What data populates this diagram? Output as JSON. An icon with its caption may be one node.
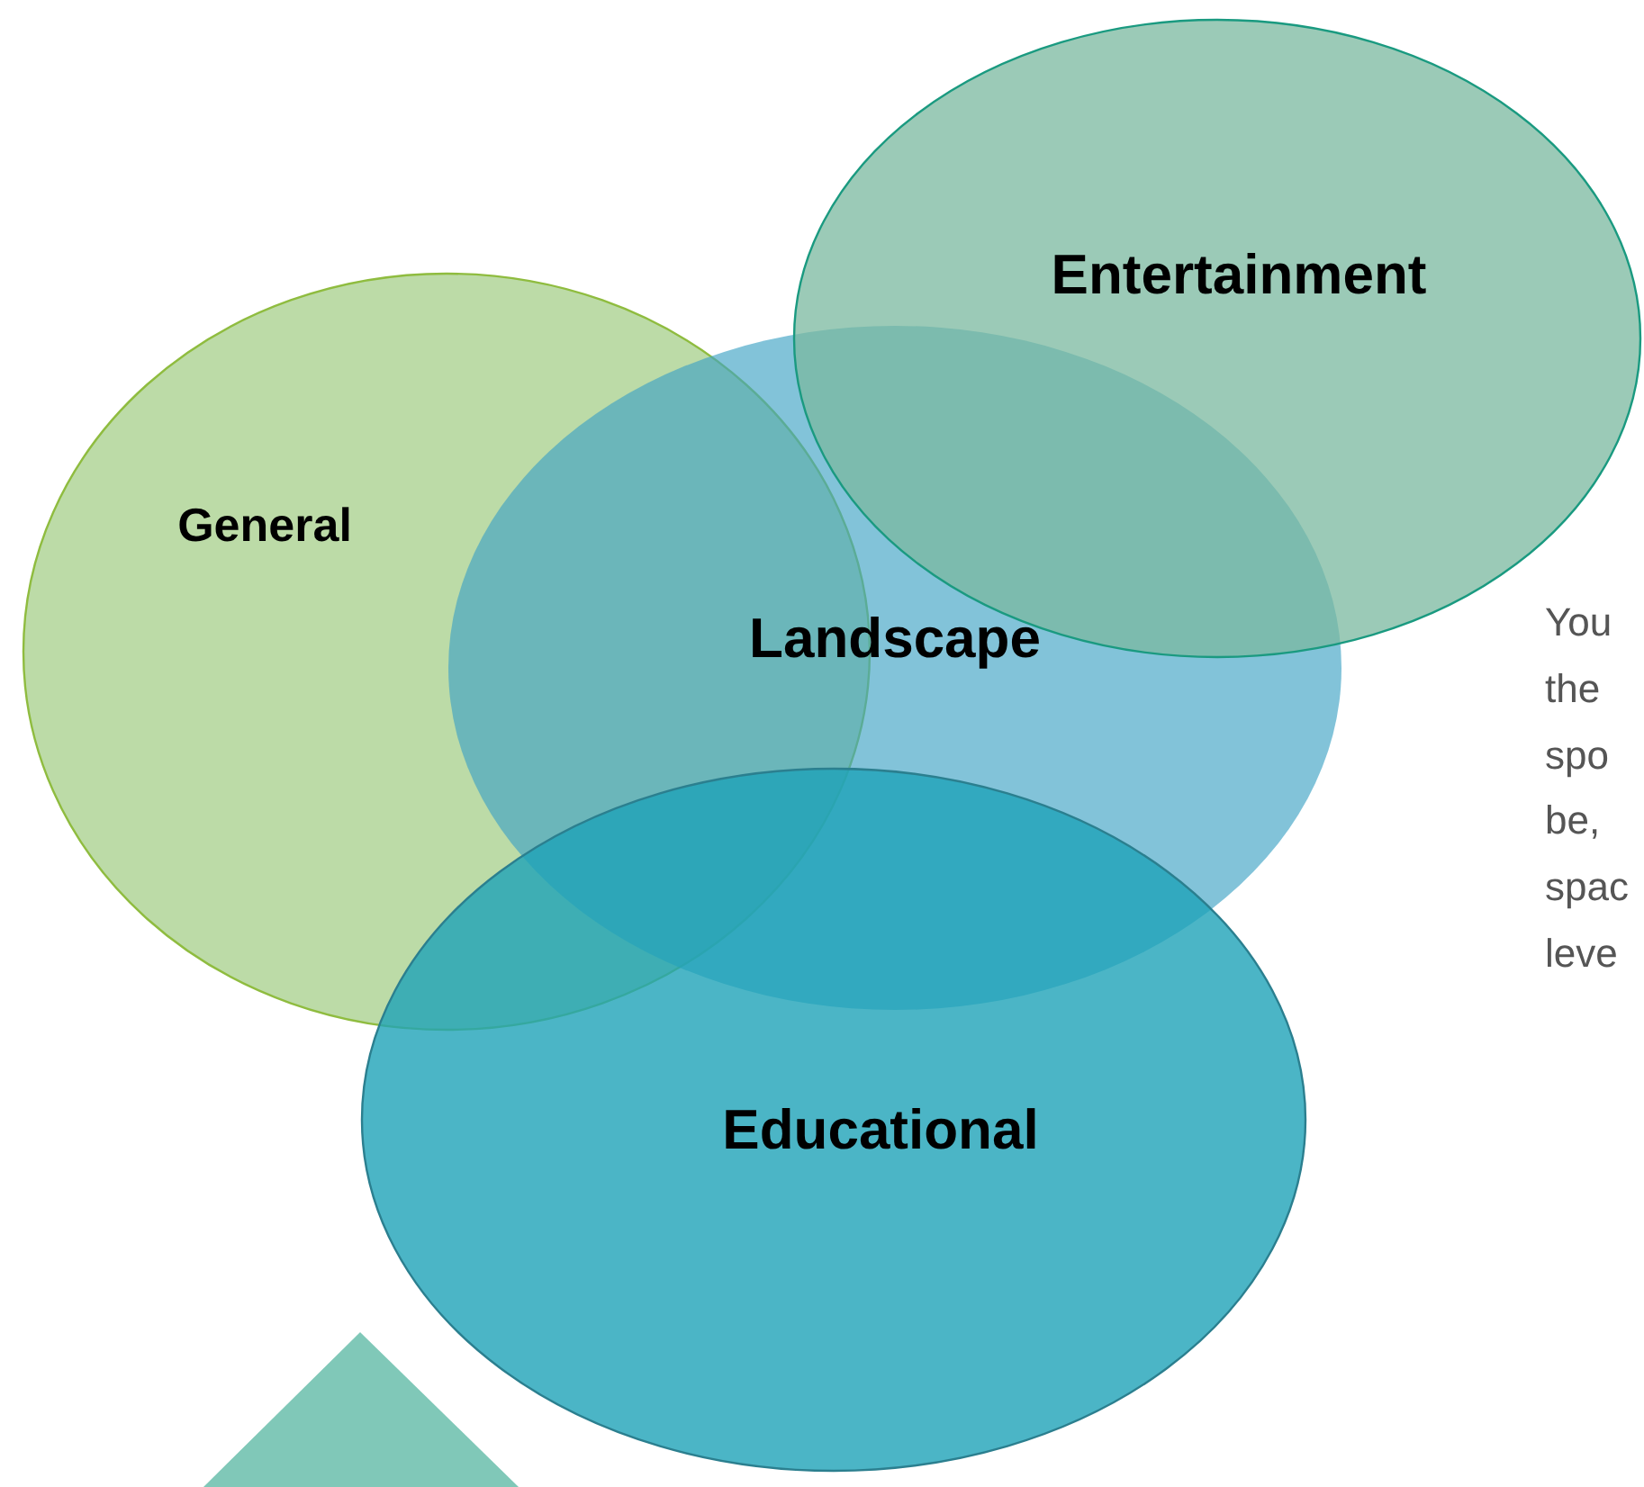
{
  "diagram": {
    "nodes": [
      {
        "text": [
          "General"
        ]
      },
      {
        "text": [
          "Landscape"
        ]
      },
      {
        "text": [
          "Entertainment"
        ]
      },
      {
        "text": [
          "Educational"
        ]
      },
      {
        "text": [],
        "shape": "triangle"
      }
    ],
    "labels": [
      "You",
      "the",
      "spo",
      "be,",
      "spac",
      "leve"
    ]
  }
}
